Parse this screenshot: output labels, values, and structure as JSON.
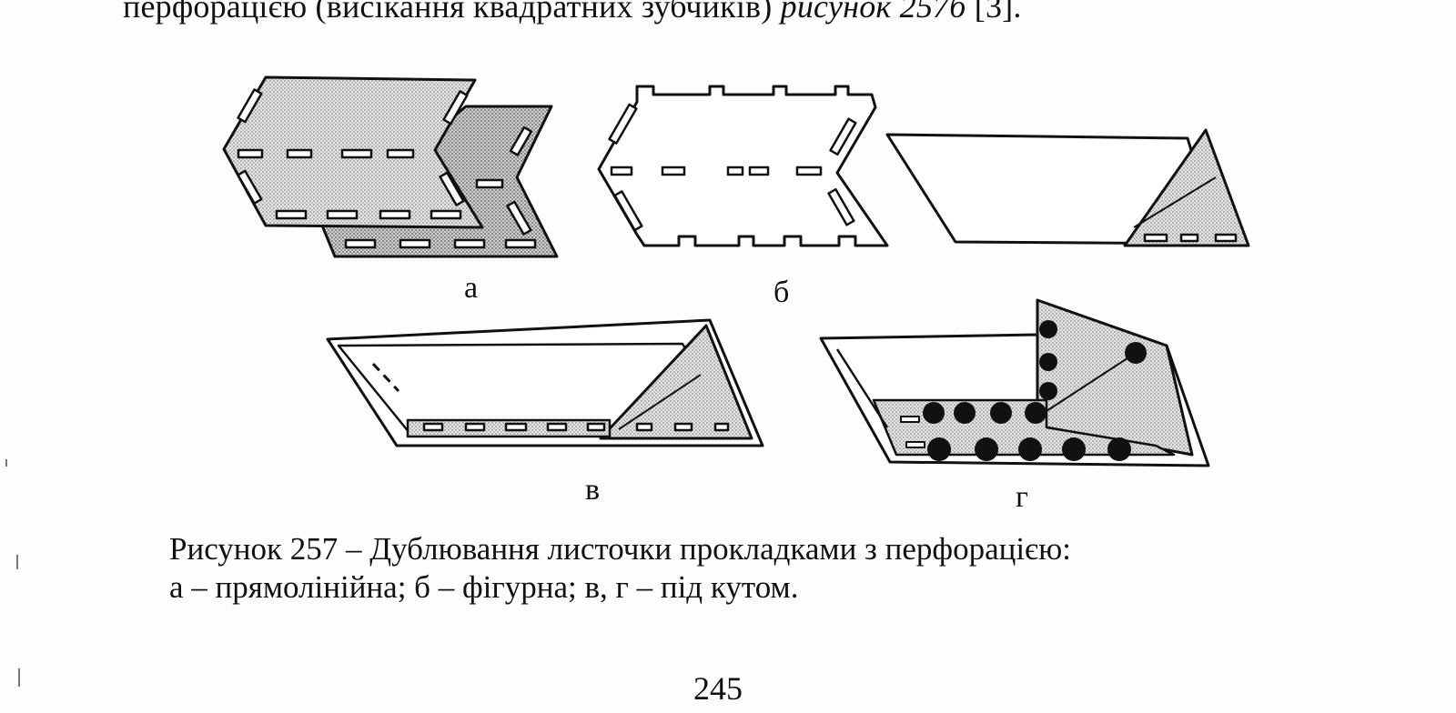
{
  "top_text": {
    "plain": "перфорацією (висікання квадратних зубчиків)",
    "italic": "рисунок 257б",
    "ref": "[3]."
  },
  "figure": {
    "labels": {
      "a": "а",
      "b": "б",
      "v": "в",
      "g": "г"
    }
  },
  "caption": {
    "line1": "Рисунок 257 – Дублювання листочки прокладками з перфорацією:",
    "line2": "а – прямолінійна; б – фігурна; в, г – під кутом."
  },
  "page_number": "245"
}
